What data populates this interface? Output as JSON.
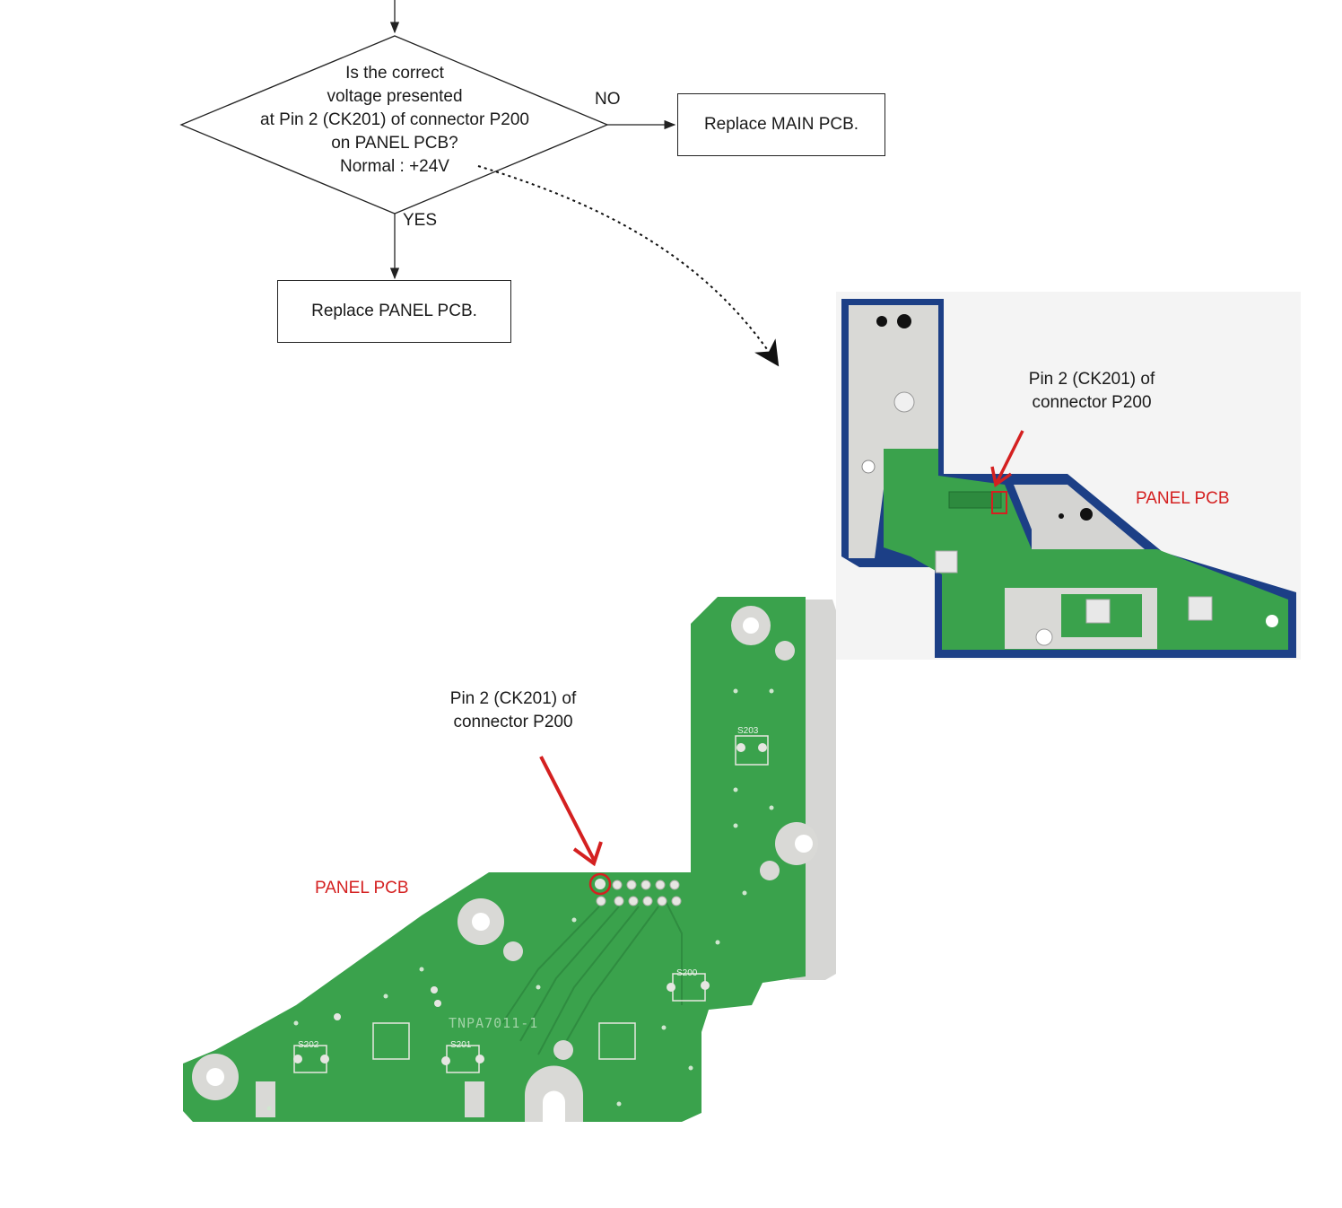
{
  "flowchart": {
    "decision_lines": [
      "Is the correct",
      "voltage presented",
      "at Pin 2 (CK201) of connector P200",
      "on PANEL PCB?",
      "Normal : +24V"
    ],
    "no_label": "NO",
    "yes_label": "YES",
    "no_action": "Replace MAIN PCB.",
    "yes_action": "Replace PANEL PCB."
  },
  "top_photo": {
    "callout_lines": [
      "Pin 2 (CK201) of",
      "connector P200"
    ],
    "board_label": "PANEL PCB"
  },
  "bottom_photo": {
    "callout_lines": [
      "Pin 2 (CK201) of",
      "connector P200"
    ],
    "board_label": "PANEL PCB",
    "silkscreen": [
      "S203",
      "S200",
      "S202",
      "S201",
      "TNPA7011-1"
    ]
  },
  "colors": {
    "pcb_green": "#3aa24c",
    "pcb_blue": "#1c3f86",
    "callout_red": "#d42020"
  }
}
